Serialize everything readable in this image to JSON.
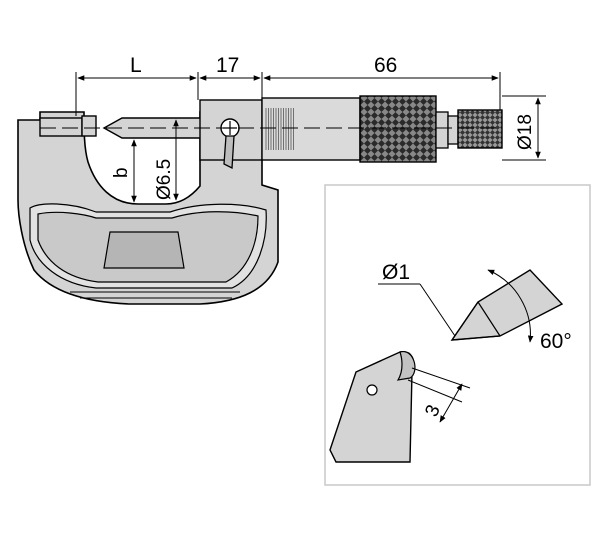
{
  "labels": {
    "dim_L": "L",
    "dim_17": "17",
    "dim_66": "66",
    "dim_d18": "Ø18",
    "dim_b": "b",
    "dim_d65": "Ø6.5",
    "dim_d1": "Ø1",
    "dim_60": "60°",
    "dim_3": "3"
  },
  "colors": {
    "body_fill": "#d4d4d4",
    "body_inner": "#c4c4c4",
    "inset_panel": "#ffffff",
    "panel_border": "#bdbdbd",
    "outline": "#000000"
  }
}
